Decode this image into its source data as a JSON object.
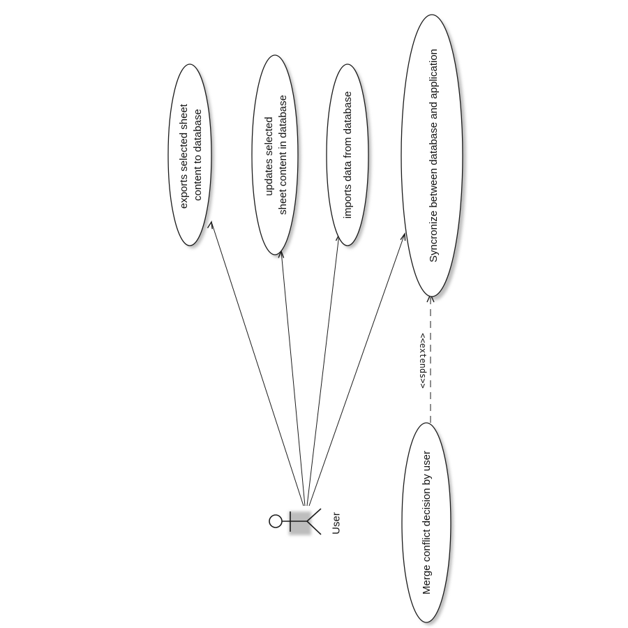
{
  "actor": {
    "name": "User"
  },
  "use_cases": {
    "export": [
      "exports selected sheet",
      "content to database"
    ],
    "update": [
      "updates selected",
      "sheet content in database"
    ],
    "import": [
      "imports data from database"
    ],
    "sync": [
      "Syncronize between database and application"
    ],
    "merge": [
      "Merge conflict decision by user"
    ]
  },
  "relations": {
    "extends_label": "<<extends>>"
  },
  "colors": {
    "stroke": "#1a1a1a",
    "fill": "#ffffff",
    "shadow": "#bdbdbd"
  }
}
